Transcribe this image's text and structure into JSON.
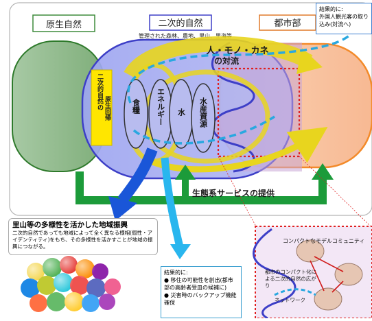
{
  "headers": {
    "primary_nature": "原生自然",
    "secondary_nature": "二次的自然",
    "urban": "都市部"
  },
  "secondary_subtitle": "管理された森林、農地、里山、里海等",
  "arc_title_1": "人・モノ・カネ",
  "arc_title_2": "の対流",
  "buffer_label_1": "二次的自然の",
  "buffer_label_2": "原生回帰",
  "resources": [
    "食糧",
    "エネルギー",
    "水",
    "水産資源"
  ],
  "ecosystem_services": "生態系サービスの提供",
  "top_right_note": {
    "title": "結果的に:",
    "line": "外国人観光客の取り込み(対流へ)"
  },
  "satoyama_box": {
    "title": "里山等の多様性を活かした地域振興",
    "body": "二次的自然であっても地域によって全く異なる様相(個性・アイデンティティ)をもち、その多様性を活かすことが地域の振興につながる。"
  },
  "result_box": {
    "title": "結果的に:",
    "items": [
      "● 移住の可能性を創出(都市部の高齢者受皿の候補に)",
      "● 災害時のバックアップ機能確保"
    ]
  },
  "compact_box": {
    "title": "コンパクトなモデルコミュニティ",
    "left_text": "都市のコンパクト化による二次的自然の広がり",
    "network_label": "ネットワーク"
  },
  "colors": {
    "green_field": "#7fae7a",
    "blue_field": "#3d3fc7",
    "orange_field": "#f38a2a",
    "yellow_arrow": "#e8d51e",
    "services_green": "#1c9b3a",
    "label_yellow": "#ffe600"
  }
}
